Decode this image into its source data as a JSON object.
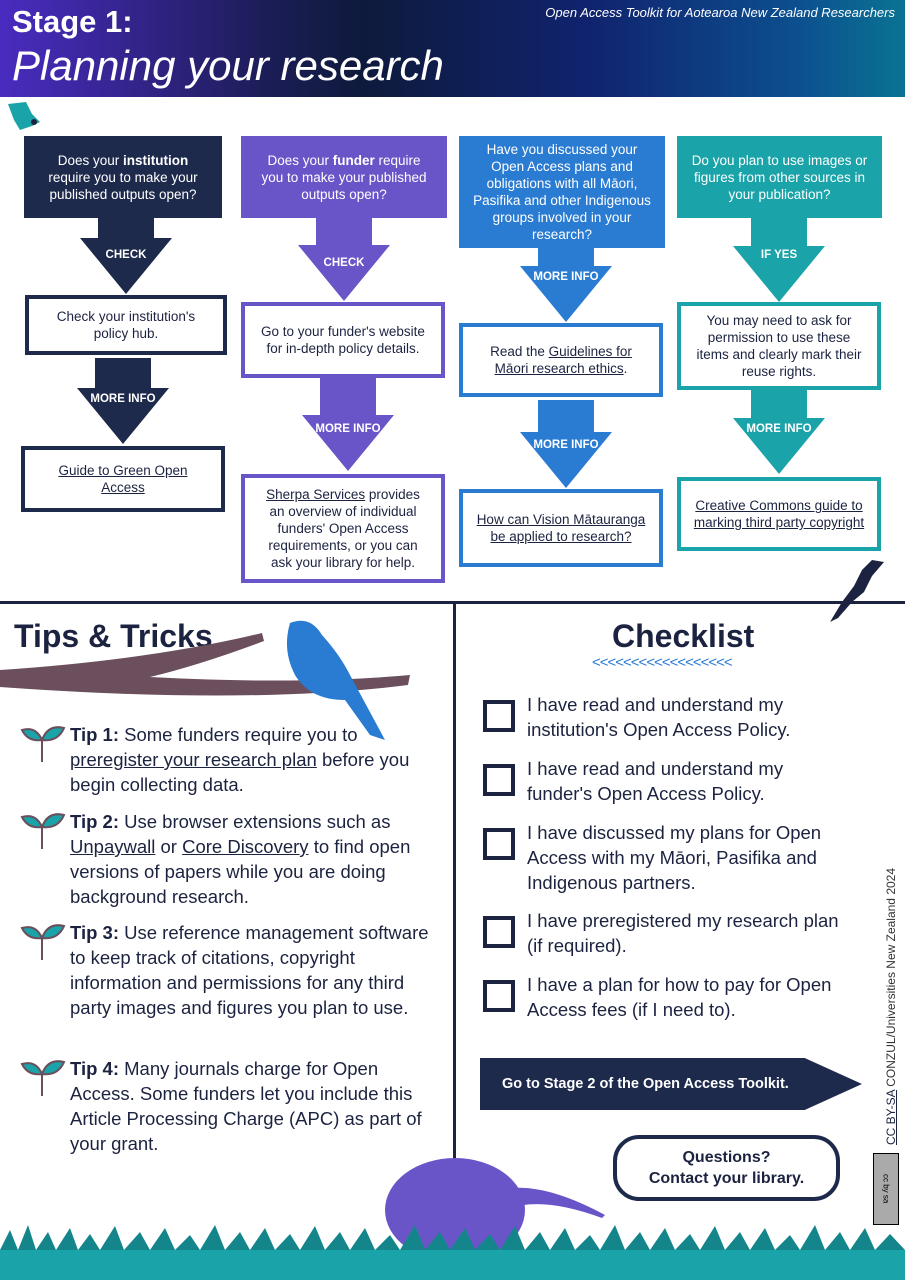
{
  "header": {
    "stage": "Stage 1:",
    "title": "Planning your research",
    "toolkit": "Open Access Toolkit for Aotearoa New Zealand Researchers"
  },
  "colors": {
    "navy": "#1e2a4c",
    "purple": "#6a55c8",
    "blue": "#2a7bd2",
    "teal": "#1aa3a8"
  },
  "flow": [
    {
      "q_pre": "Does your ",
      "q_bold": "institution",
      "q_post": " require you to make your published outputs open?",
      "a1": "CHECK",
      "b1": "Check your institution's policy hub.",
      "a2": "MORE INFO",
      "b2_link": "Guide to Green Open Access"
    },
    {
      "q_pre": "Does your ",
      "q_bold": "funder",
      "q_post": " require you to make your published outputs open?",
      "a1": "CHECK",
      "b1": "Go to your funder's website for in-depth policy details.",
      "a2": "MORE INFO",
      "b2_link": "Sherpa Services",
      "b2_post": " provides an overview of individual funders' Open Access requirements, or you can ask your library for help."
    },
    {
      "q": "Have you discussed your Open Access plans and obligations with all Māori, Pasifika and other Indigenous groups involved in your research?",
      "a1": "MORE INFO",
      "b1_pre": "Read the ",
      "b1_link": "Guidelines for Māori research ethics",
      "b1_post": ".",
      "a2": "MORE INFO",
      "b2_link": "How can Vision Mātauranga be applied to research?"
    },
    {
      "q": "Do you plan to use images or figures from other sources in your publication?",
      "a1": "IF YES",
      "b1": "You may need to ask for permission to use these items and clearly mark their reuse rights.",
      "a2": "MORE INFO",
      "b2_link": "Creative Commons guide to marking third party copyright"
    }
  ],
  "tips": {
    "title": "Tips & Tricks",
    "items": [
      {
        "label": "Tip 1:",
        "pre": " Some funders require you to ",
        "link": "preregister your research plan",
        "post": " before you begin collecting data."
      },
      {
        "label": "Tip 2:",
        "pre": " Use browser extensions such as ",
        "link": "Unpaywall",
        "mid": " or ",
        "link2": "Core Discovery",
        "post": " to find open versions of papers while you are doing background research."
      },
      {
        "label": "Tip 3:",
        "pre": " Use reference management software to keep track of citations, copyright information and permissions for any third party images and figures you plan to use."
      },
      {
        "label": "Tip 4:",
        "pre": " Many journals charge for Open Access. Some funders let you include this Article Processing Charge (APC) as part of your grant."
      }
    ]
  },
  "checklist": {
    "title": "Checklist",
    "items": [
      "I have read and understand my institution's Open Access Policy.",
      "I have read and understand my funder's Open Access Policy.",
      "I have discussed my plans for Open Access with my Māori, Pasifika and Indigenous partners.",
      "I have preregistered my research plan (if required).",
      "I have a plan for how to pay for Open Access fees (if I need to)."
    ]
  },
  "next_button": "Go to Stage 2 of the Open Access Toolkit.",
  "bubble": {
    "line1": "Questions?",
    "line2": "Contact your library."
  },
  "license": {
    "link": "CC BY-SA",
    "text": " CONZUL/Universities New Zealand 2024",
    "badge": "cc by sa"
  }
}
